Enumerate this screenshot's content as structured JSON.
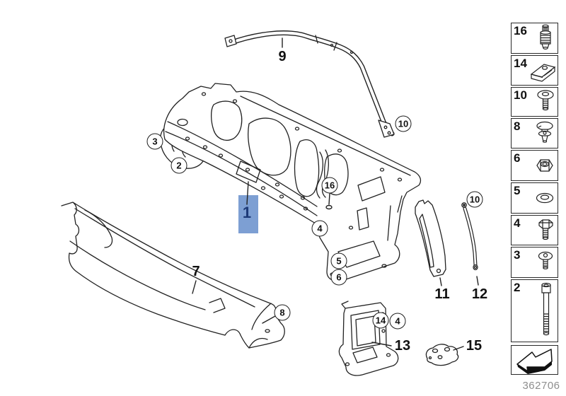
{
  "page": {
    "background": "#ffffff",
    "footer_code": "362706"
  },
  "diagram": {
    "description": "exploded parts diagram of front body panel with numbered callouts",
    "line_color": "#222222",
    "highlight": {
      "label": "1",
      "rect_color": "#7d9fd3",
      "text_color": "#1d3a78"
    },
    "part_labels": [
      {
        "id": "9"
      },
      {
        "id": "7"
      },
      {
        "id": "11"
      },
      {
        "id": "12"
      },
      {
        "id": "13"
      },
      {
        "id": "15"
      }
    ],
    "circled_callouts": [
      {
        "id": "3"
      },
      {
        "id": "2"
      },
      {
        "id": "16"
      },
      {
        "id": "4"
      },
      {
        "id": "5"
      },
      {
        "id": "6"
      },
      {
        "id": "10"
      },
      {
        "id": "10"
      },
      {
        "id": "8"
      },
      {
        "id": "14"
      },
      {
        "id": "4"
      }
    ]
  },
  "sidebar": {
    "items": [
      {
        "number": "16",
        "icon": "threaded-stud-icon"
      },
      {
        "number": "14",
        "icon": "clip-nut-icon"
      },
      {
        "number": "10",
        "icon": "round-head-screw-icon"
      },
      {
        "number": "8",
        "icon": "expanding-rivet-icon"
      },
      {
        "number": "6",
        "icon": "hex-nut-icon"
      },
      {
        "number": "5",
        "icon": "washer-icon"
      },
      {
        "number": "4",
        "icon": "hex-bolt-icon"
      },
      {
        "number": "3",
        "icon": "pan-head-screw-icon"
      },
      {
        "number": "2",
        "icon": "socket-head-screw-icon"
      }
    ],
    "footer_icon": "direction-arrow-icon"
  }
}
